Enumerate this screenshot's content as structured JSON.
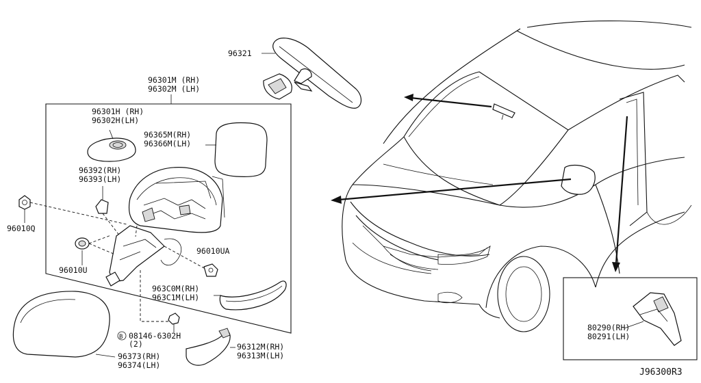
{
  "labels": {
    "p96321": "96321",
    "p96301m": "96301M (RH)",
    "p96302m": "96302M (LH)",
    "p96301h": "96301H (RH)",
    "p96302h": "96302H(LH)",
    "p96365m": "96365M(RH)",
    "p96366m": "96366M(LH)",
    "p96392": "96392(RH)",
    "p96393": "96393(LH)",
    "p96010q": "96010Q",
    "p96010u": "96010U",
    "p96010ua": "96010UA",
    "p963c0m": "963C0M(RH)",
    "p963c1m": "963C1M(LH)",
    "pbolt": "08146-6302H",
    "pbolt_qty": "(2)",
    "pbolt_mark": "B",
    "p96373": "96373(RH)",
    "p96374": "96374(LH)",
    "p96312m": "96312M(RH)",
    "p96313m": "96313M(LH)",
    "p80290": "80290(RH)",
    "p80291": "80291(LH)",
    "ref": "J96300R3"
  }
}
